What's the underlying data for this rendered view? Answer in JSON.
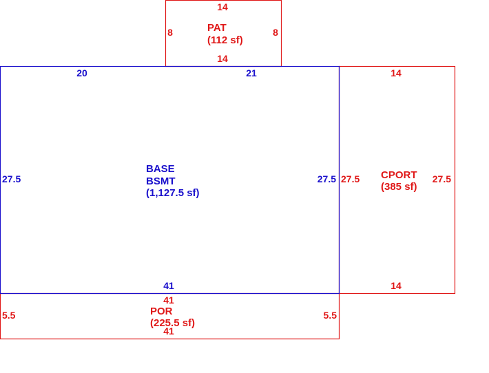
{
  "colors": {
    "base": "#1a10cc",
    "addition": "#e01818",
    "background": "#ffffff"
  },
  "areas": {
    "base": {
      "code": "BASE",
      "subcode": "BSMT",
      "area": "(1,127.5 sf)",
      "dims": {
        "top_left": "20",
        "top_right": "21",
        "left": "27.5",
        "right": "27.5",
        "bottom": "41"
      }
    },
    "patio": {
      "code": "PAT",
      "area": "(112 sf)",
      "dims": {
        "top": "14",
        "bottom": "14",
        "left": "8",
        "right": "8"
      }
    },
    "carport": {
      "code": "CPORT",
      "area": "(385 sf)",
      "dims": {
        "top": "14",
        "bottom": "14",
        "left": "27.5",
        "right": "27.5"
      }
    },
    "porch": {
      "code": "POR",
      "area": "(225.5 sf)",
      "dims": {
        "top": "41",
        "bottom": "41",
        "left": "5.5",
        "right": "5.5"
      }
    }
  }
}
